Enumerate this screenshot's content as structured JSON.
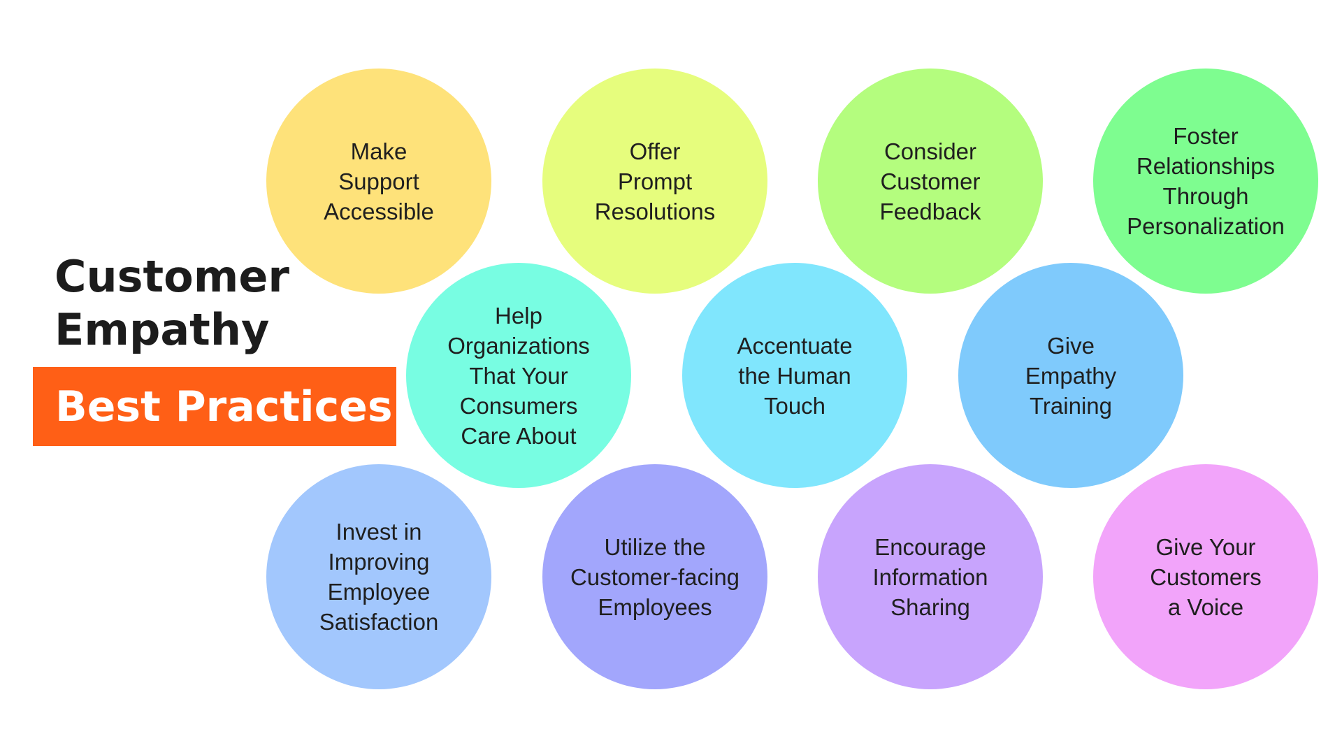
{
  "heading": {
    "line1": "Customer",
    "line2": "Empathy",
    "badge_label": "Best Practices",
    "badge_color": "#ff5f16"
  },
  "practices": [
    {
      "label": "Make\nSupport\nAccessible",
      "color": "#fee27a"
    },
    {
      "label": "Offer\nPrompt\nResolutions",
      "color": "#e6fd7d"
    },
    {
      "label": "Consider\nCustomer\nFeedback",
      "color": "#b4fd7e"
    },
    {
      "label": "Foster\nRelationships\nThrough\nPersonalization",
      "color": "#7efd90"
    },
    {
      "label": "Help\nOrganizations\nThat Your\nConsumers\nCare About",
      "color": "#78fde2"
    },
    {
      "label": "Accentuate\nthe Human\nTouch",
      "color": "#80e6fd"
    },
    {
      "label": "Give\nEmpathy\nTraining",
      "color": "#7fcafc"
    },
    {
      "label": "Invest in\nImproving\nEmployee\nSatisfaction",
      "color": "#a2c7fd"
    },
    {
      "label": "Utilize the\nCustomer-facing\nEmployees",
      "color": "#a2a6fc"
    },
    {
      "label": "Encourage\nInformation\nSharing",
      "color": "#c8a4fd"
    },
    {
      "label": "Give Your\nCustomers\na Voice",
      "color": "#f2a4fa"
    }
  ]
}
